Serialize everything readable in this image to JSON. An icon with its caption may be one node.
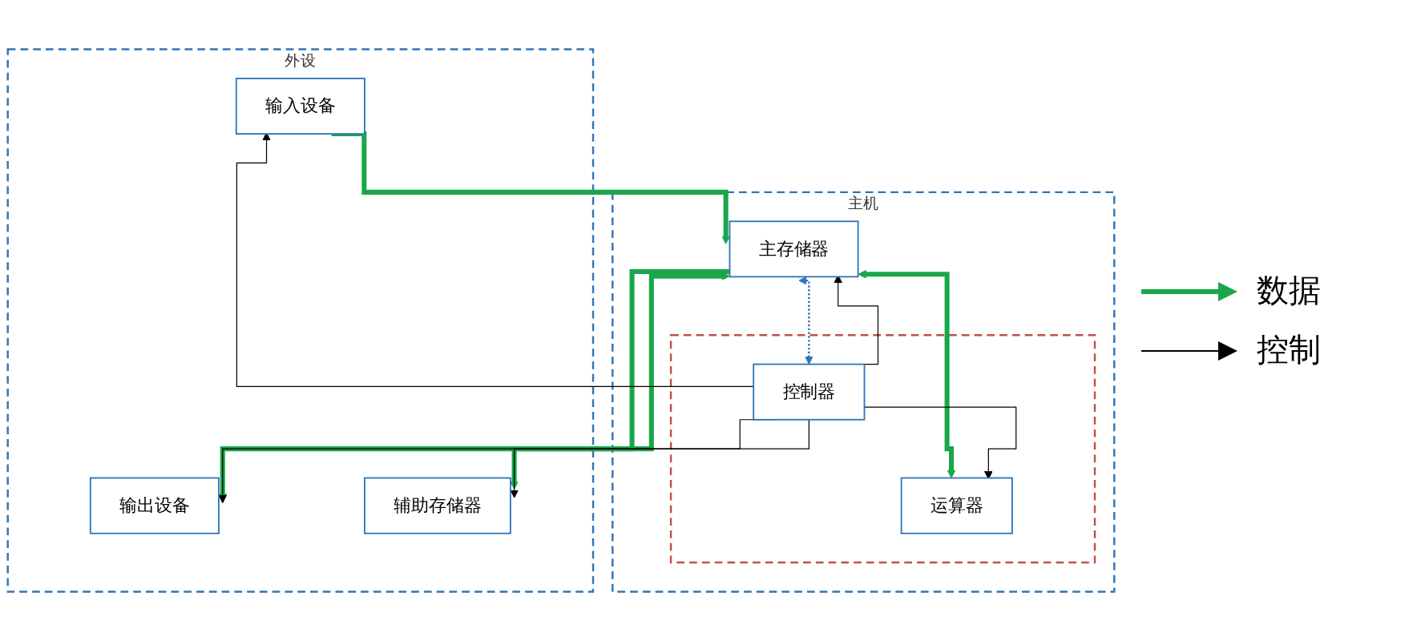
{
  "diagram": {
    "nodes": [
      {
        "text": [
          "外设"
        ]
      },
      {
        "text": [
          "输入设备"
        ],
        "in": 0
      },
      {
        "text": [
          "辅助存储器"
        ],
        "in": 0
      },
      {
        "text": [
          "输出设备"
        ],
        "in": 0
      },
      {
        "text": [
          "主机"
        ]
      },
      {
        "text": [
          "主存储器"
        ],
        "in": 4
      },
      {
        "text": [],
        "shape": "box",
        "in": 4
      },
      {
        "text": [
          "运算器"
        ],
        "in": 6
      },
      {
        "text": [
          "控制器"
        ],
        "in": 6
      }
    ],
    "edges": [
      {
        "from": 1,
        "to": 5,
        "arrow": "to",
        "style": "thick",
        "color": "#1aa64a"
      },
      {
        "from": 5,
        "to": 3,
        "arrow": "to",
        "style": "thick",
        "color": "#1aa64a"
      },
      {
        "from": 5,
        "to": 2,
        "arrow": "both",
        "style": "thick",
        "color": "#1aa64a"
      },
      {
        "from": 5,
        "to": 7,
        "arrow": "both",
        "style": "thick",
        "color": "#1aa64a"
      },
      {
        "from": 5,
        "to": 8,
        "arrow": "both",
        "style": "dashed",
        "color": "#2e75b6"
      },
      {
        "from": 8,
        "to": 1,
        "arrow": "to"
      },
      {
        "from": 8,
        "to": 3,
        "arrow": "to"
      },
      {
        "from": 8,
        "to": 2,
        "arrow": "to"
      },
      {
        "from": 8,
        "to": 5,
        "arrow": "to"
      },
      {
        "from": 8,
        "to": 7,
        "arrow": "to"
      }
    ],
    "legend": [
      {
        "text": "数据"
      },
      {
        "text": "控制"
      }
    ]
  }
}
